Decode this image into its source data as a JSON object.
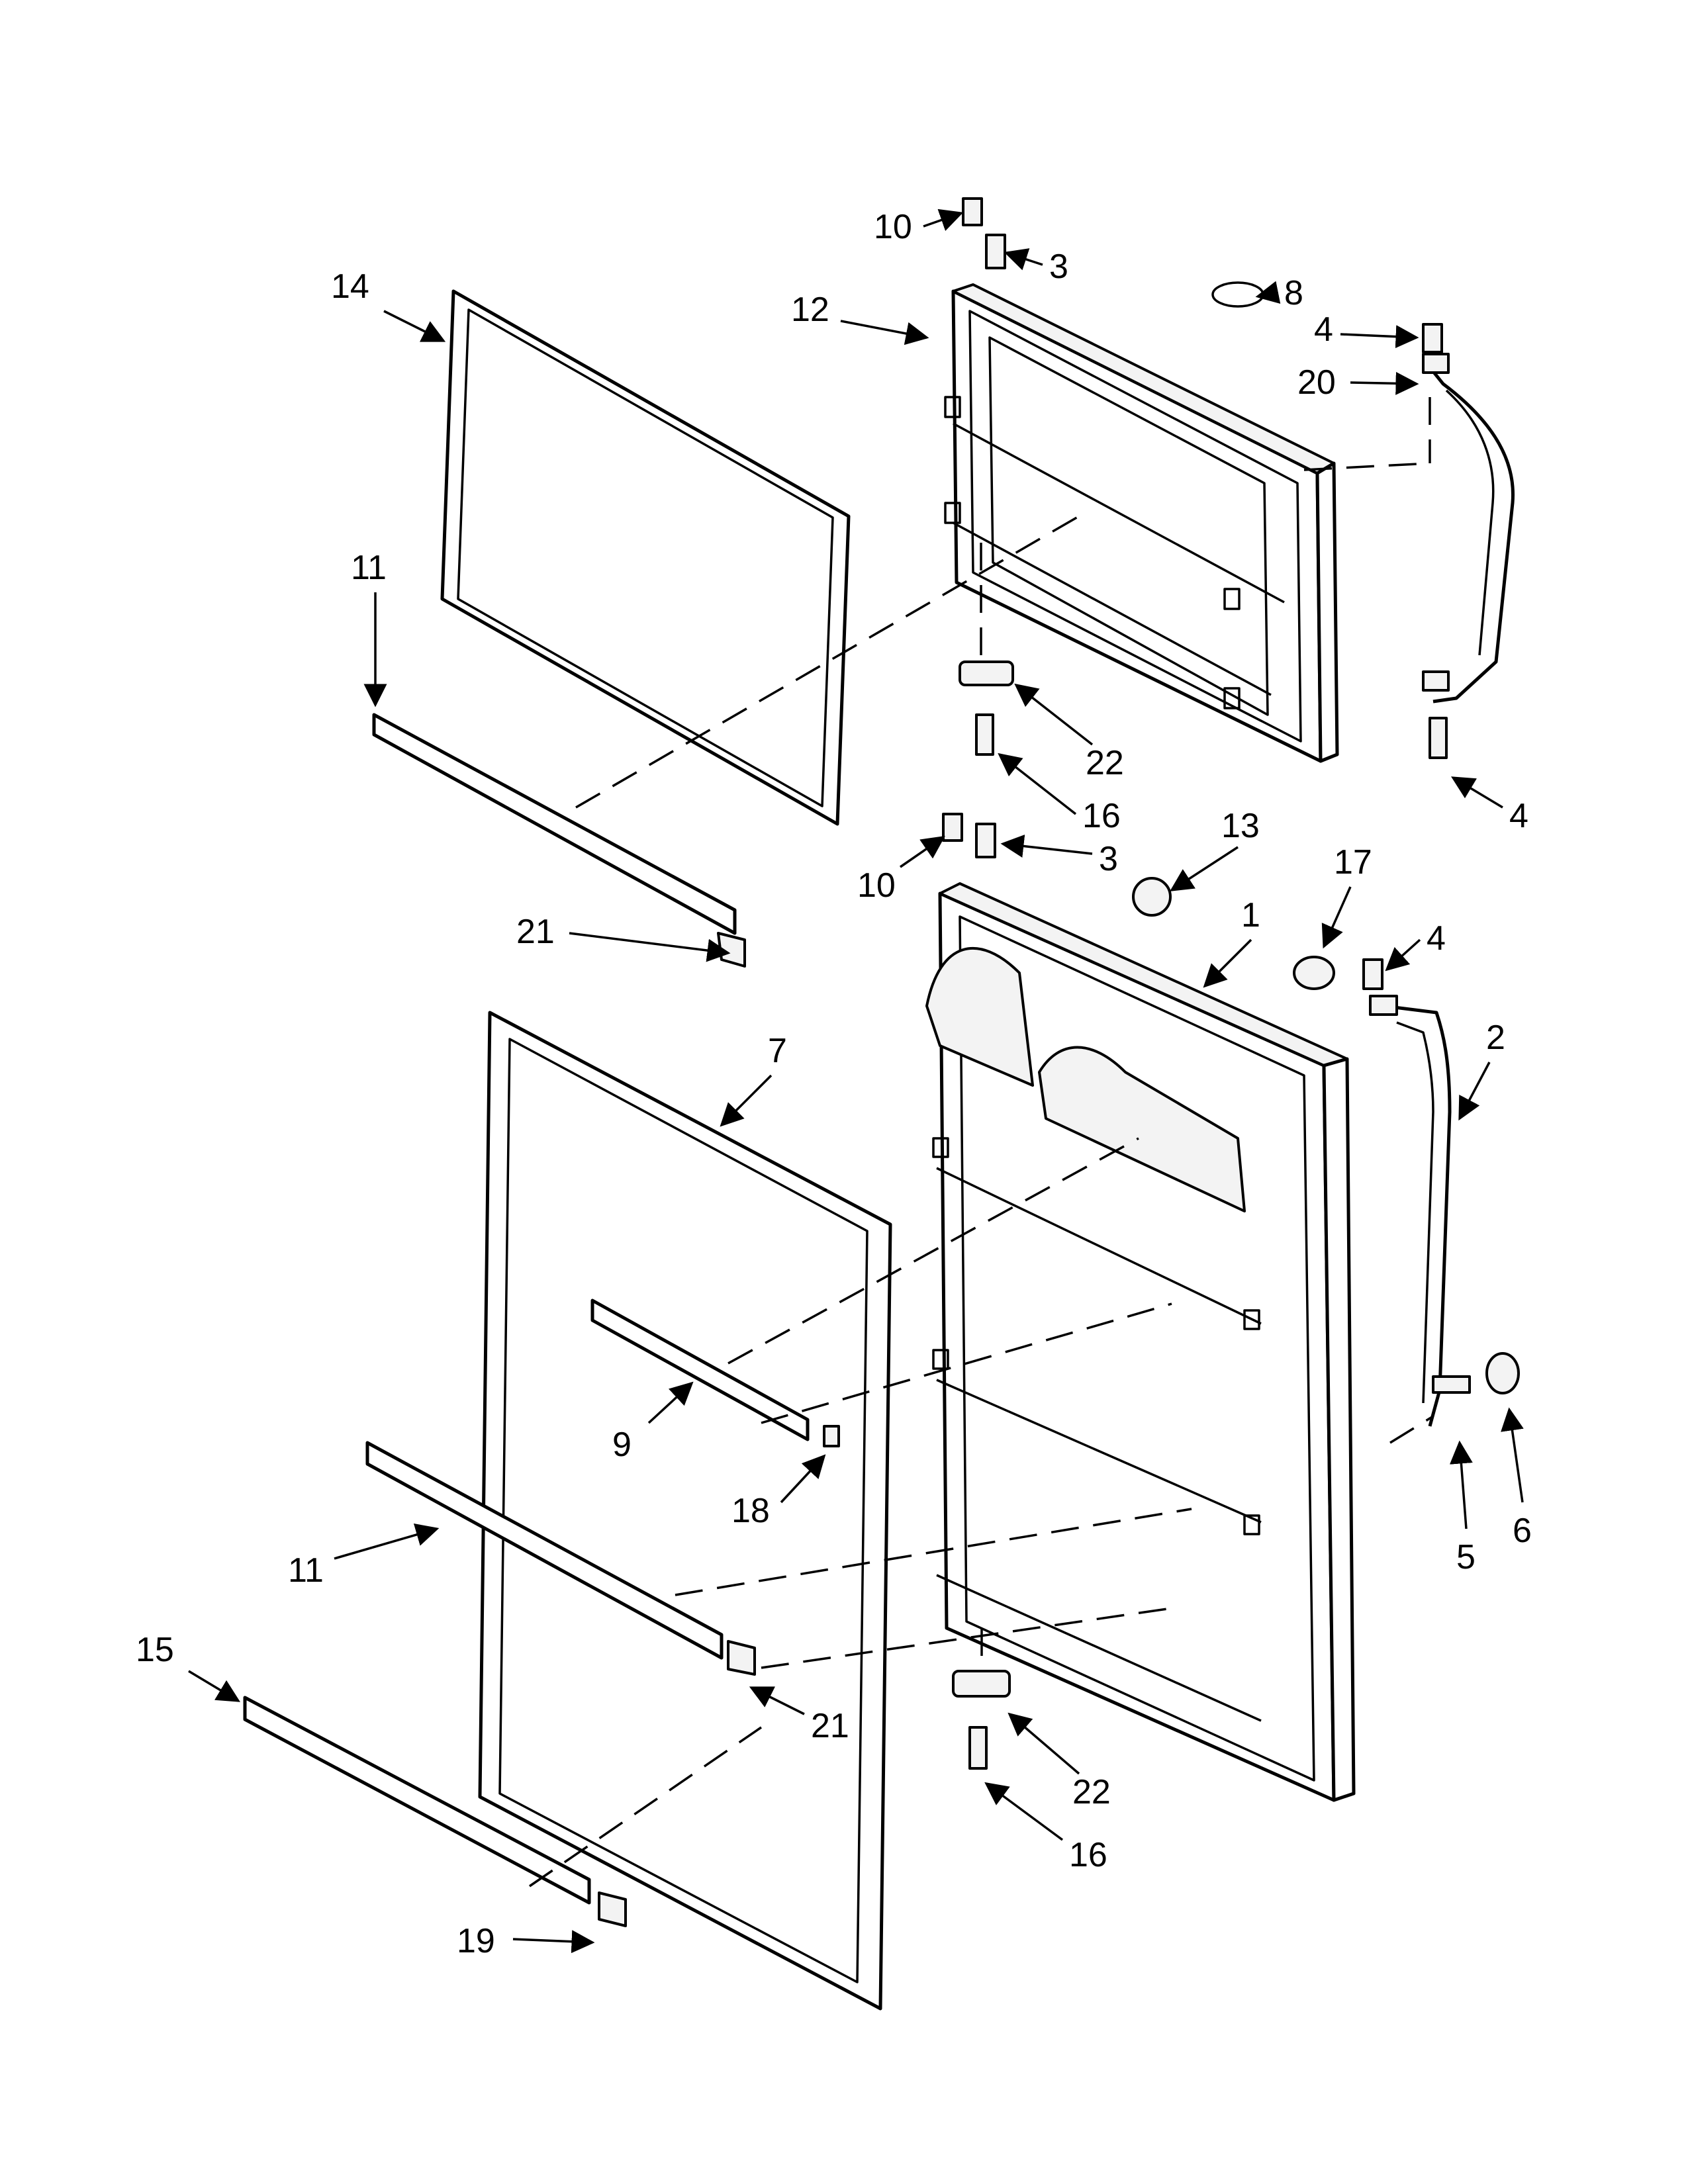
{
  "callouts": [
    {
      "id": "c10a",
      "label": "10"
    },
    {
      "id": "c3a",
      "label": "3"
    },
    {
      "id": "c8",
      "label": "8"
    },
    {
      "id": "c14",
      "label": "14"
    },
    {
      "id": "c12",
      "label": "12"
    },
    {
      "id": "c4a",
      "label": "4"
    },
    {
      "id": "c20",
      "label": "20"
    },
    {
      "id": "c11a",
      "label": "11"
    },
    {
      "id": "c22a",
      "label": "22"
    },
    {
      "id": "c16a",
      "label": "16"
    },
    {
      "id": "c4b",
      "label": "4"
    },
    {
      "id": "c13",
      "label": "13"
    },
    {
      "id": "c10b",
      "label": "10"
    },
    {
      "id": "c3b",
      "label": "3"
    },
    {
      "id": "c17",
      "label": "17"
    },
    {
      "id": "c1",
      "label": "1"
    },
    {
      "id": "c21a",
      "label": "21"
    },
    {
      "id": "c4c",
      "label": "4"
    },
    {
      "id": "c7",
      "label": "7"
    },
    {
      "id": "c2",
      "label": "2"
    },
    {
      "id": "c9",
      "label": "9"
    },
    {
      "id": "c18",
      "label": "18"
    },
    {
      "id": "c11b",
      "label": "11"
    },
    {
      "id": "c5",
      "label": "5"
    },
    {
      "id": "c6",
      "label": "6"
    },
    {
      "id": "c15",
      "label": "15"
    },
    {
      "id": "c21b",
      "label": "21"
    },
    {
      "id": "c22b",
      "label": "22"
    },
    {
      "id": "c16b",
      "label": "16"
    },
    {
      "id": "c19",
      "label": "19"
    }
  ]
}
